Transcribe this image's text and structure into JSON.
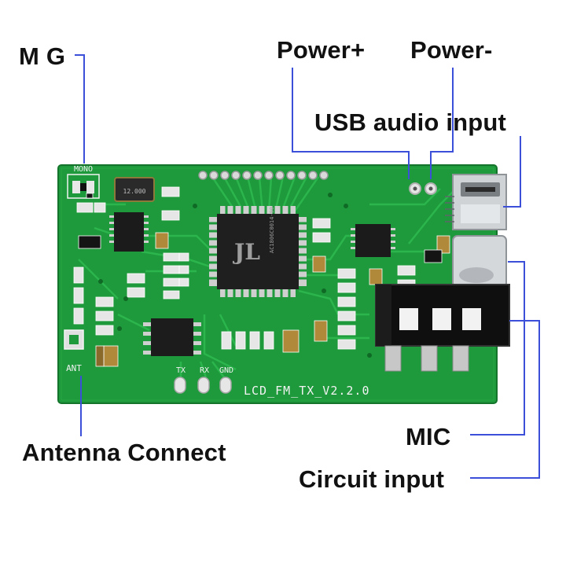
{
  "callouts": {
    "mg": "M G",
    "power_plus": "Power+",
    "power_minus": "Power-",
    "usb_audio": "USB audio input",
    "antenna": "Antenna Connect",
    "mic": "MIC",
    "circuit_input": "Circuit input"
  },
  "board": {
    "model_label": "LCD_FM_TX_V2.2.0",
    "mono_label": "MONO",
    "ant_label": "ANT",
    "tx_label": "TX",
    "rx_label": "RX",
    "gnd_label": "GND",
    "chip_marking": "AC1806C0014-90",
    "chip_logo": "JL",
    "crystal_marking": "12.000"
  },
  "colors": {
    "pcb": "#1e9a3c",
    "pcb_dark": "#167a2e",
    "trace": "#2bb54c",
    "callout_line": "#3c4fd8",
    "text": "#111111",
    "silk": "#f2f2f2"
  }
}
